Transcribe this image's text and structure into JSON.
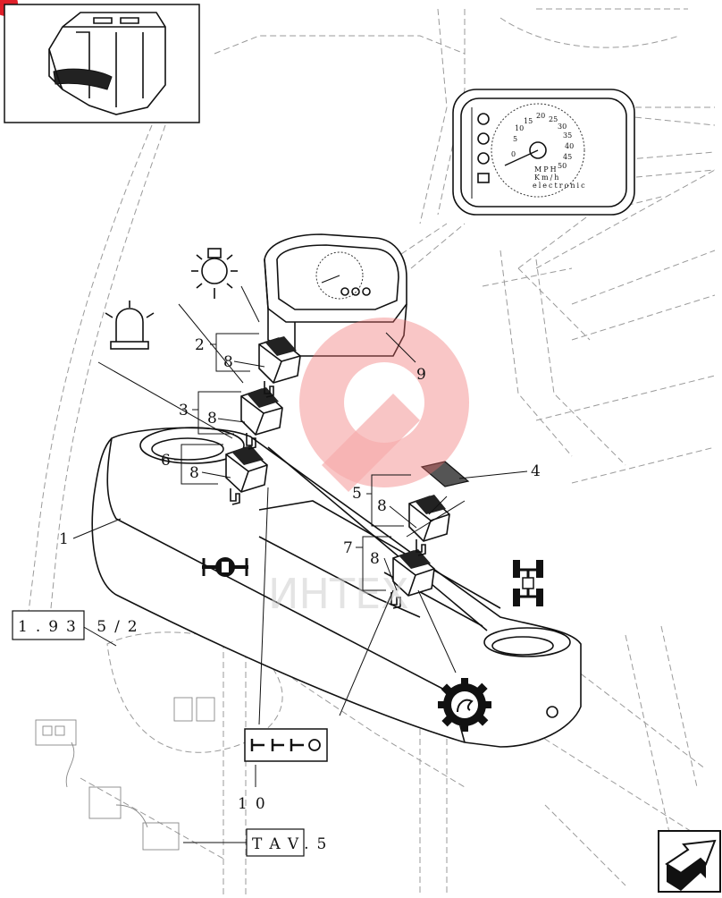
{
  "colors": {
    "ink": "#111111",
    "ghost_lines": "#9a9a9a",
    "watermark": "#f06a6a",
    "corner_badge": "#e0202a"
  },
  "inset": {
    "name": "cab-overview-thumbnail"
  },
  "cluster_detail": {
    "scale_numbers": [
      "0",
      "5",
      "10",
      "15",
      "20",
      "25",
      "30",
      "35",
      "40",
      "45",
      "50"
    ],
    "units": [
      "MPH",
      "Km/h"
    ],
    "label": "electronic"
  },
  "callouts": {
    "c1": "1",
    "c2": "2",
    "c3": "3",
    "c4": "4",
    "c5": "5",
    "c6": "6",
    "c7": "7",
    "c8a": "8",
    "c8b": "8",
    "c8c": "8",
    "c8d": "8",
    "c8e": "8",
    "c9": "9",
    "c10": "10"
  },
  "references": {
    "ref_a": "1.93 5/2",
    "ref_b": "TAV.5"
  },
  "symbols": [
    "work-light-icon",
    "rotating-beacon-icon",
    "differential-lock-icon",
    "four-wheel-drive-icon",
    "pto-gear-icon",
    "symbol-strip-icon"
  ],
  "watermark_text": "ИНТЕХ",
  "nav": {
    "icon": "next-page-arrow-icon"
  }
}
